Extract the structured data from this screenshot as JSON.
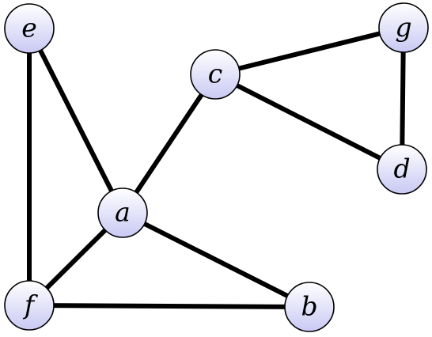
{
  "nodes": [
    {
      "id": "a",
      "label": "a"
    },
    {
      "id": "b",
      "label": "b"
    },
    {
      "id": "c",
      "label": "c"
    },
    {
      "id": "d",
      "label": "d"
    },
    {
      "id": "e",
      "label": "e"
    },
    {
      "id": "f",
      "label": "f"
    },
    {
      "id": "g",
      "label": "g"
    }
  ],
  "edges": [
    {
      "from": "e",
      "to": "a"
    },
    {
      "from": "e",
      "to": "f"
    },
    {
      "from": "a",
      "to": "c"
    },
    {
      "from": "a",
      "to": "f"
    },
    {
      "from": "a",
      "to": "b"
    },
    {
      "from": "f",
      "to": "b"
    },
    {
      "from": "c",
      "to": "g"
    },
    {
      "from": "c",
      "to": "d"
    },
    {
      "from": "g",
      "to": "d"
    }
  ],
  "colors": {
    "node_fill_light": "#ffffff",
    "node_fill_dark": "#c9c9f4",
    "edge": "#000000",
    "node_border": "#000000"
  }
}
